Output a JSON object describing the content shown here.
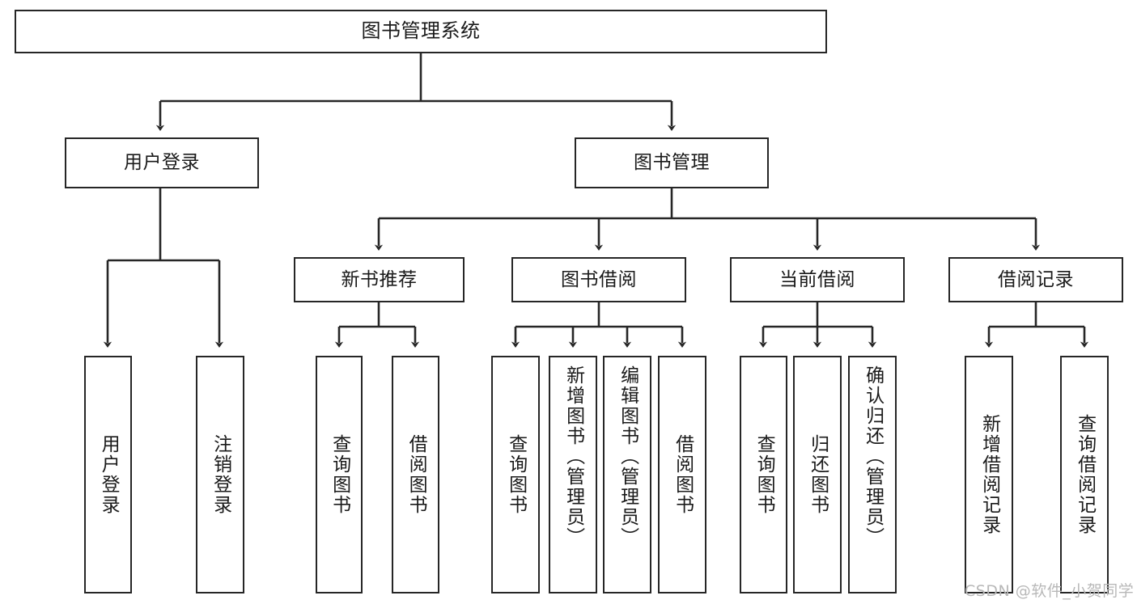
{
  "diagram": {
    "type": "hierarchy-tree",
    "title": "图书管理系统",
    "watermark": "CSDN @软件_小贺同学",
    "colors": {
      "stroke": "#262626",
      "fill": "#ffffff",
      "text": "#1a1a1a",
      "watermark": "#b8b8b8"
    },
    "levels": [
      {
        "level": 1,
        "nodes": [
          {
            "id": "root",
            "label": "图书管理系统",
            "orientation": "horizontal"
          }
        ]
      },
      {
        "level": 2,
        "nodes": [
          {
            "id": "user-login",
            "label": "用户登录",
            "orientation": "horizontal"
          },
          {
            "id": "book-manage",
            "label": "图书管理",
            "orientation": "horizontal"
          }
        ]
      },
      {
        "level": 3,
        "nodes": [
          {
            "id": "new-book-rec",
            "label": "新书推荐",
            "orientation": "horizontal"
          },
          {
            "id": "book-borrow",
            "label": "图书借阅",
            "orientation": "horizontal"
          },
          {
            "id": "current-borrow",
            "label": "当前借阅",
            "orientation": "horizontal"
          },
          {
            "id": "borrow-record",
            "label": "借阅记录",
            "orientation": "horizontal"
          }
        ]
      },
      {
        "level": 4,
        "nodes": [
          {
            "id": "leaf-user-login",
            "label": "用户登录",
            "parent": "user-login",
            "orientation": "vertical"
          },
          {
            "id": "leaf-logout",
            "label": "注销登录",
            "parent": "user-login",
            "orientation": "vertical"
          },
          {
            "id": "leaf-query-book-1",
            "label": "查询图书",
            "parent": "new-book-rec",
            "orientation": "vertical"
          },
          {
            "id": "leaf-borrow-book-1",
            "label": "借阅图书",
            "parent": "new-book-rec",
            "orientation": "vertical"
          },
          {
            "id": "leaf-query-book-2",
            "label": "查询图书",
            "parent": "book-borrow",
            "orientation": "vertical"
          },
          {
            "id": "leaf-add-book",
            "label": "新增图书（管理员）",
            "parent": "book-borrow",
            "orientation": "vertical"
          },
          {
            "id": "leaf-edit-book",
            "label": "编辑图书（管理员）",
            "parent": "book-borrow",
            "orientation": "vertical"
          },
          {
            "id": "leaf-borrow-book-2",
            "label": "借阅图书",
            "parent": "book-borrow",
            "orientation": "vertical"
          },
          {
            "id": "leaf-query-book-3",
            "label": "查询图书",
            "parent": "current-borrow",
            "orientation": "vertical"
          },
          {
            "id": "leaf-return-book",
            "label": "归还图书",
            "parent": "current-borrow",
            "orientation": "vertical"
          },
          {
            "id": "leaf-confirm-return",
            "label": "确认归还（管理员）",
            "parent": "current-borrow",
            "orientation": "vertical"
          },
          {
            "id": "leaf-add-record",
            "label": "新增借阅记录",
            "parent": "borrow-record",
            "orientation": "vertical"
          },
          {
            "id": "leaf-query-record",
            "label": "查询借阅记录",
            "parent": "borrow-record",
            "orientation": "vertical"
          }
        ]
      }
    ]
  }
}
